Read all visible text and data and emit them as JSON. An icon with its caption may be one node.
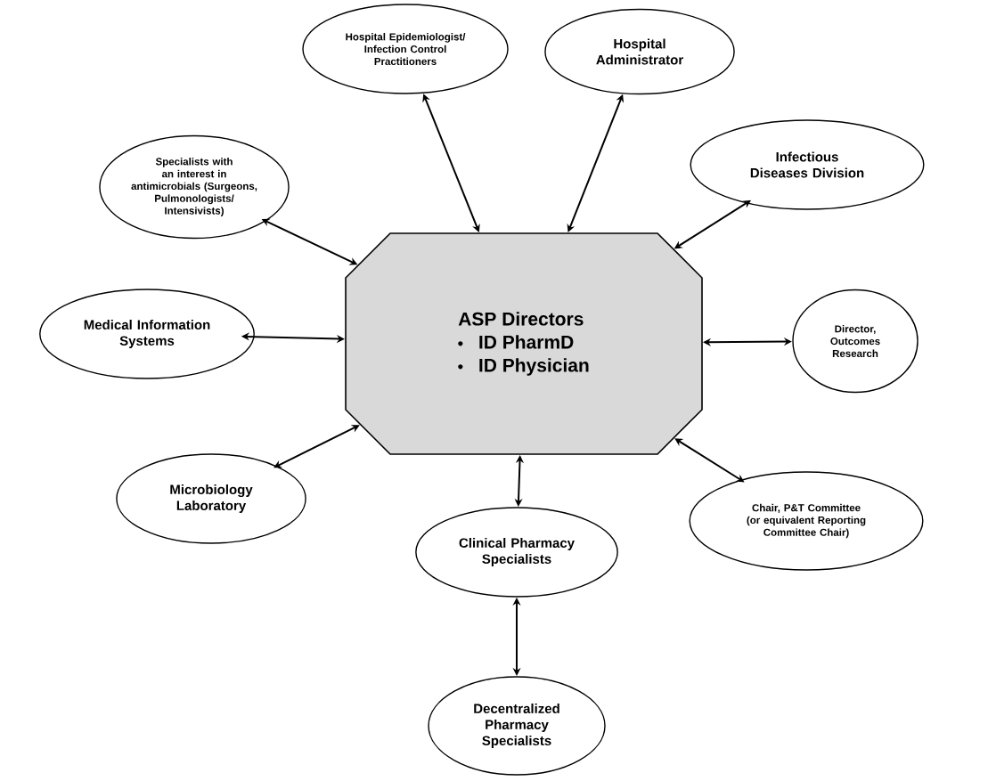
{
  "diagram": {
    "nodes": [
      {
        "text": [
          "ASP Directors",
          "ID PharmD",
          "ID Physician"
        ]
      },
      {
        "text": [
          "Hospital Epidemiologist/ Infection Control Practitioners"
        ]
      },
      {
        "text": [
          "Hospital Administrator"
        ]
      },
      {
        "text": [
          "Specialists with an interest in antimicrobials (Surgeons, Pulmonologists/ Intensivists)"
        ]
      },
      {
        "text": [
          "Infectious Diseases Division"
        ]
      },
      {
        "text": [
          "Medical Information Systems"
        ]
      },
      {
        "text": [
          "Director, Outcomes Research"
        ]
      },
      {
        "text": [
          "Microbiology Laboratory"
        ]
      },
      {
        "text": [
          "Clinical Pharmacy Specialists"
        ]
      },
      {
        "text": [
          "Chair, P&T Committee (or equivalent Reporting Committee Chair)"
        ]
      },
      {
        "text": [
          "Decentralized Pharmacy Specialists"
        ]
      }
    ],
    "edges": [
      {
        "from": 0,
        "to": 1,
        "arrow": "both"
      },
      {
        "from": 0,
        "to": 2,
        "arrow": "both"
      },
      {
        "from": 0,
        "to": 3,
        "arrow": "both"
      },
      {
        "from": 0,
        "to": 4,
        "arrow": "both"
      },
      {
        "from": 0,
        "to": 5,
        "arrow": "both"
      },
      {
        "from": 0,
        "to": 6,
        "arrow": "both"
      },
      {
        "from": 0,
        "to": 7,
        "arrow": "both"
      },
      {
        "from": 0,
        "to": 8,
        "arrow": "both"
      },
      {
        "from": 0,
        "to": 9,
        "arrow": "both"
      },
      {
        "from": 8,
        "to": 10,
        "arrow": "both"
      }
    ]
  }
}
